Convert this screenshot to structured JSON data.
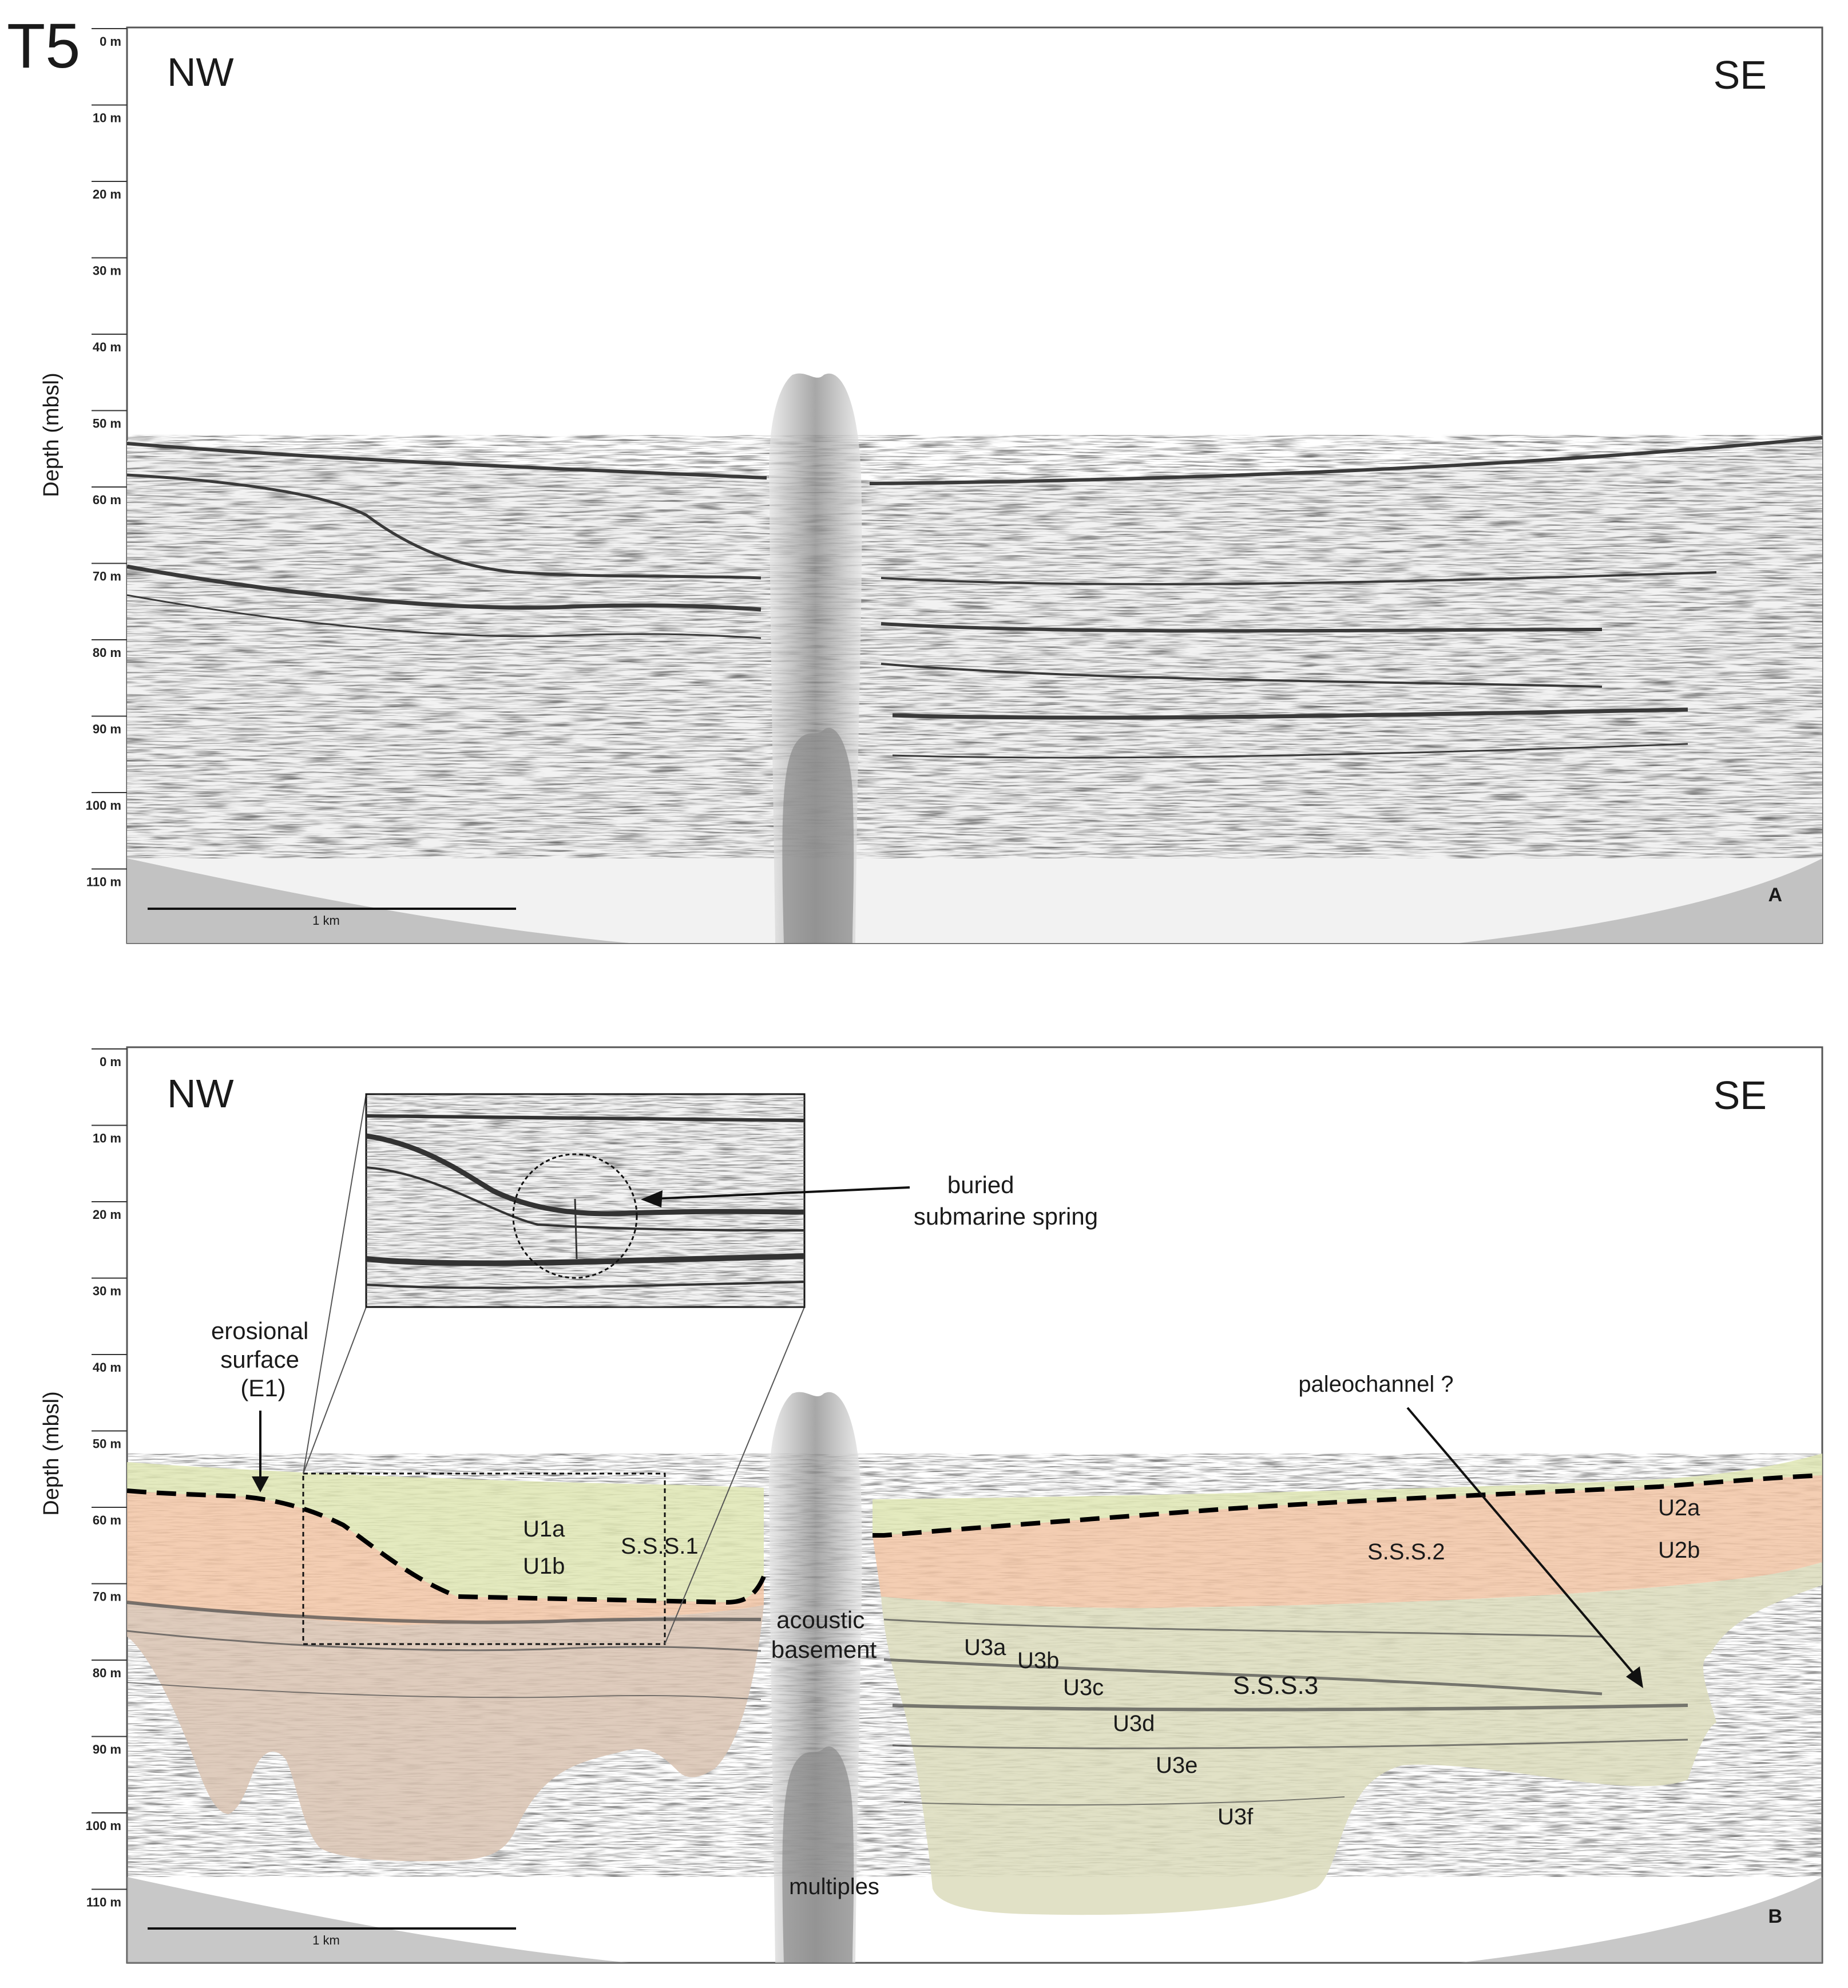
{
  "figure_id": "T5",
  "axis": {
    "ylabel": "Depth (mbsl)",
    "ticks": [
      "0 m",
      "10 m",
      "20 m",
      "30 m",
      "40 m",
      "50 m",
      "60 m",
      "70 m",
      "80 m",
      "90 m",
      "100 m",
      "110 m"
    ]
  },
  "panels": [
    {
      "id": "A",
      "left_label": "NW",
      "right_label": "SE",
      "scale_label": "1 km",
      "panel_letter": "A"
    },
    {
      "id": "B",
      "left_label": "NW",
      "right_label": "SE",
      "scale_label": "1 km",
      "panel_letter": "B",
      "annotations": {
        "erosional": [
          "erosional",
          "surface",
          "(E1)"
        ],
        "spring": [
          "buried",
          "submarine spring"
        ],
        "paleochannel": "paleochannel ?",
        "acoustic": [
          "acoustic",
          "basement"
        ],
        "multiples": "multiples",
        "units": [
          "U1a",
          "U1b",
          "S.S.S.1",
          "S.S.S.2",
          "U2a",
          "U2b",
          "U3a",
          "U3b",
          "U3c",
          "U3d",
          "S.S.S.3",
          "U3e",
          "U3f"
        ]
      }
    }
  ],
  "colors": {
    "unit1": "#dfe6b4",
    "unit2": "#f2c6a6",
    "unit3_east": "#dcdcbc",
    "unit3_west": "#d9c3b2",
    "frame": "#555555",
    "ink": "#1a1a1a"
  }
}
